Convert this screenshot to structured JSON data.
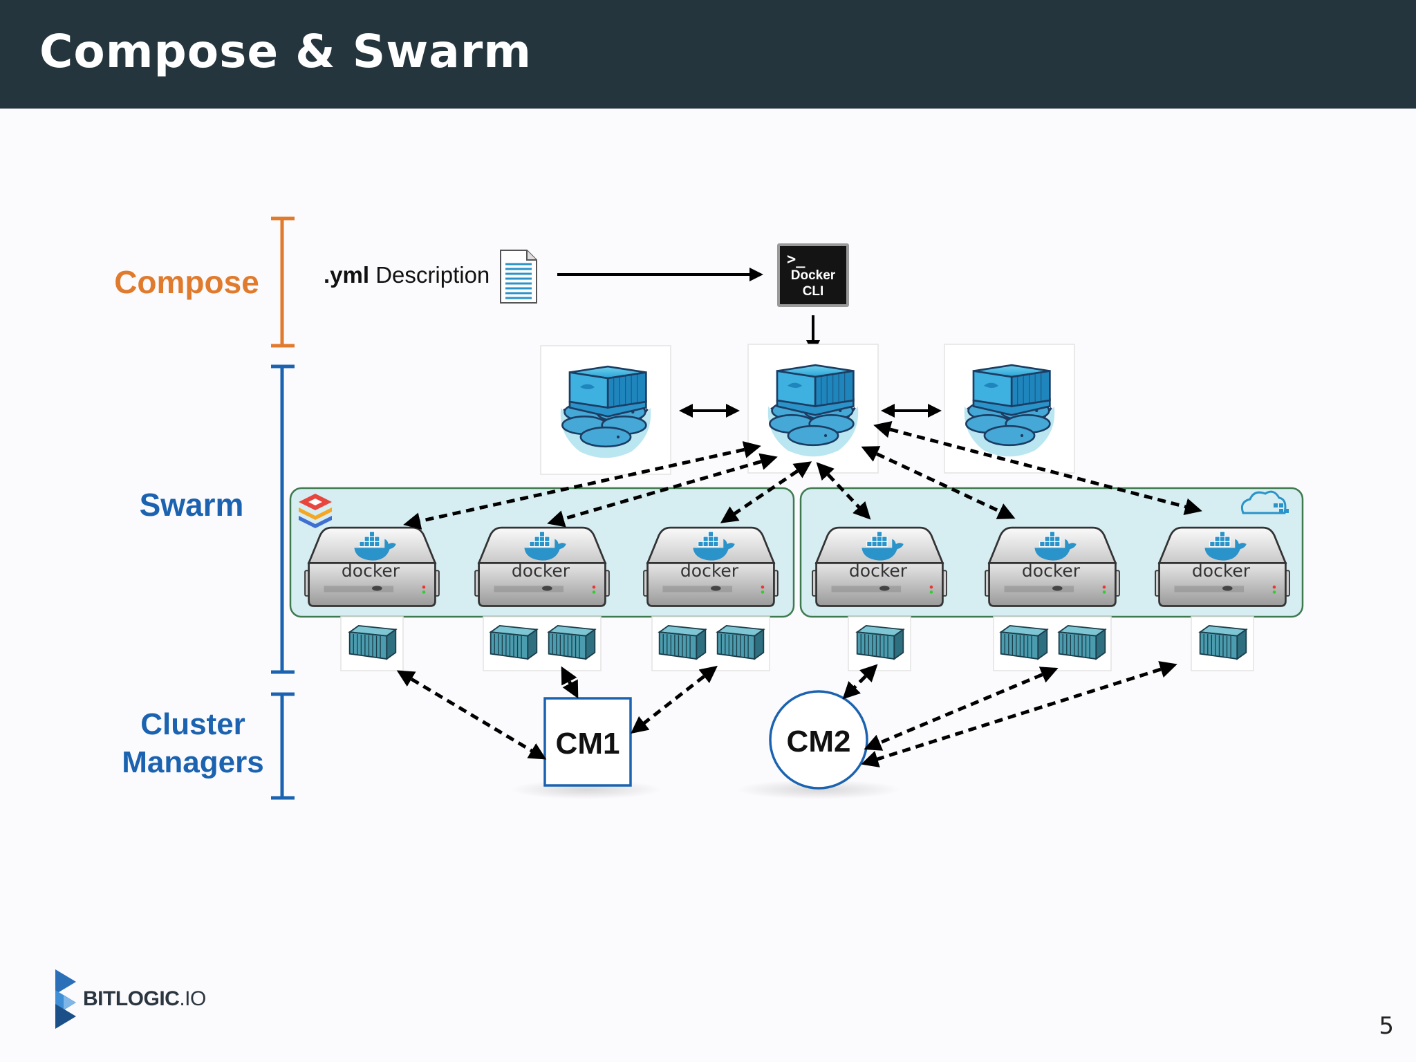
{
  "slide": {
    "title": "Compose & Swarm",
    "page_number": "5"
  },
  "colors": {
    "header_bg": "#24353d",
    "compose": "#e07a2c",
    "swarm": "#1b63b0",
    "cluster_panel": "#d6eef2",
    "panel_border": "#3f7a4f"
  },
  "sections": {
    "compose": "Compose",
    "swarm": "Swarm",
    "cluster_line1": "Cluster",
    "cluster_line2": "Managers"
  },
  "compose_row": {
    "yml_bold": ".yml",
    "yml_rest": " Description",
    "file_icon": "document-icon",
    "cli_line1": "Docker",
    "cli_line2": "CLI"
  },
  "swarm_managers": [
    "swarm-manager-whale-icon",
    "swarm-manager-whale-icon",
    "swarm-manager-whale-icon"
  ],
  "hosts": [
    {
      "label": "docker",
      "containers": 1
    },
    {
      "label": "docker",
      "containers": 2
    },
    {
      "label": "docker",
      "containers": 2
    },
    {
      "label": "docker",
      "containers": 1
    },
    {
      "label": "docker",
      "containers": 2
    },
    {
      "label": "docker",
      "containers": 1
    }
  ],
  "cluster_managers": {
    "cm1": "CM1",
    "cm2": "CM2"
  },
  "provider_icons": {
    "left_cluster": "stack-provider-icon",
    "right_cluster": "cloud-provider-icon"
  },
  "logo": {
    "name": "BITLOGIC",
    "suffix": ".IO"
  }
}
